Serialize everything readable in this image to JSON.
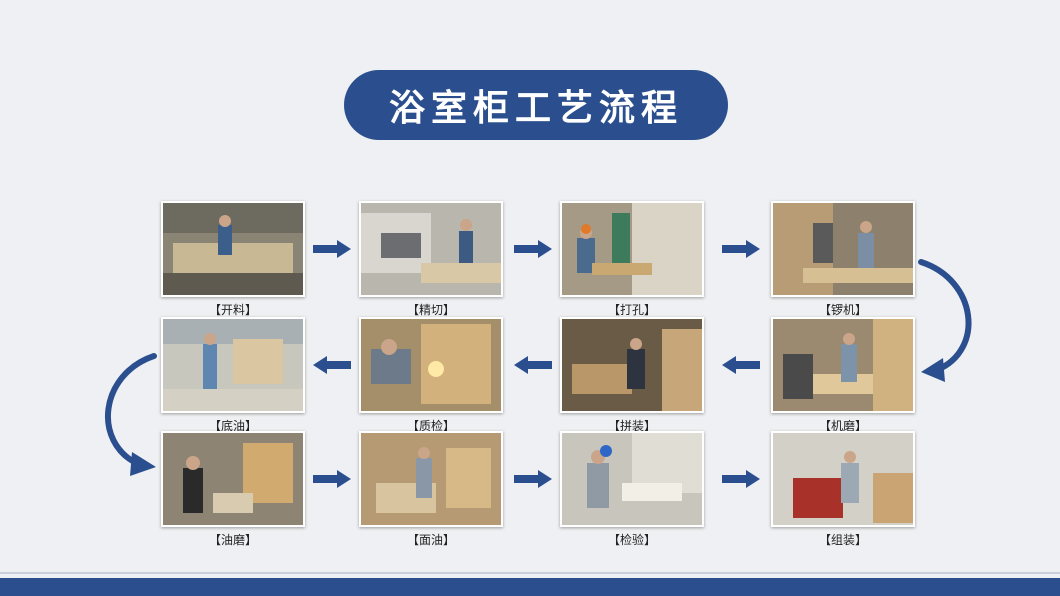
{
  "title": "浴室柜工艺流程",
  "colors": {
    "primary": "#2b4f8e",
    "background": "#eef0f3"
  },
  "steps": [
    {
      "id": "kailiao",
      "label": "【开料】"
    },
    {
      "id": "jingqie",
      "label": "【精切】"
    },
    {
      "id": "dakong",
      "label": "【打孔】"
    },
    {
      "id": "luoji",
      "label": "【锣机】"
    },
    {
      "id": "jimo",
      "label": "【机磨】"
    },
    {
      "id": "pinzhuang",
      "label": "【拼装】"
    },
    {
      "id": "zhijian",
      "label": "【质检】"
    },
    {
      "id": "diyou",
      "label": "【底油】"
    },
    {
      "id": "youmo",
      "label": "【油磨】"
    },
    {
      "id": "mianyou",
      "label": "【面油】"
    },
    {
      "id": "jianyan",
      "label": "【检验】"
    },
    {
      "id": "zuzhuang",
      "label": "【组装】"
    }
  ]
}
